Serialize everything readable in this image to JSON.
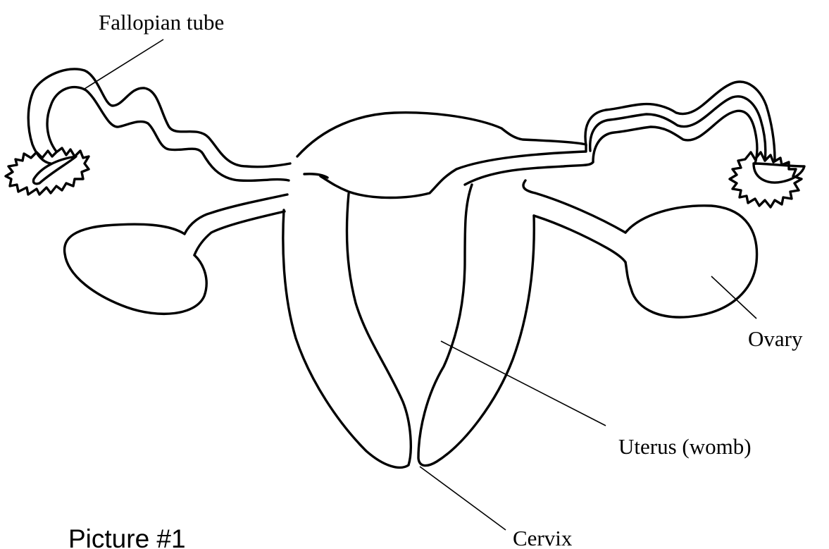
{
  "labels": {
    "fallopian_tube": "Fallopian tube",
    "ovary": "Ovary",
    "uterus": "Uterus (womb)",
    "cervix": "Cervix"
  },
  "caption": "Picture #1",
  "colors": {
    "line": "#000000",
    "background": "#ffffff"
  }
}
